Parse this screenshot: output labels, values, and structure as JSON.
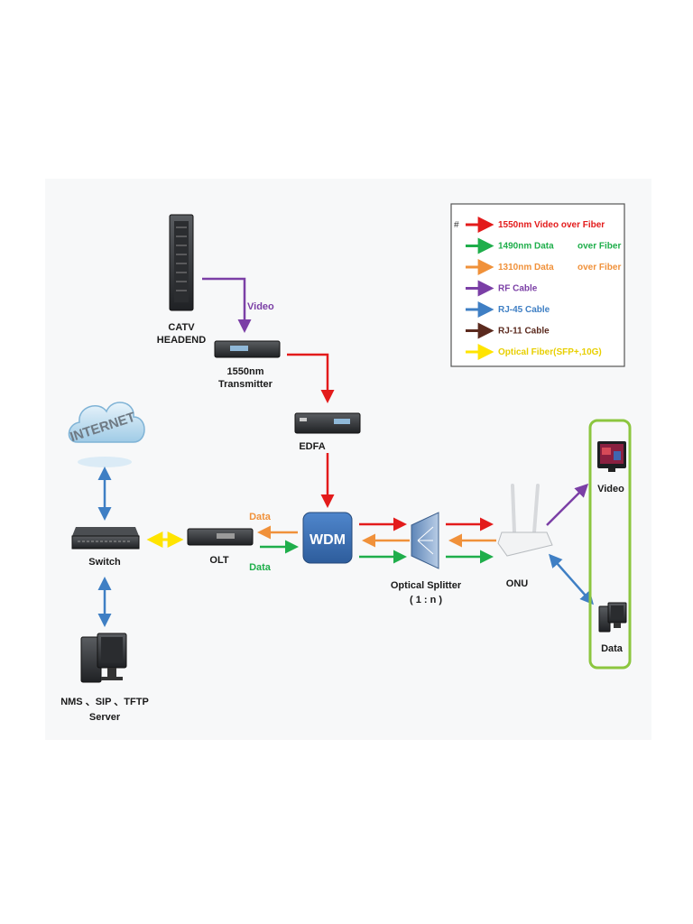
{
  "colors": {
    "video_1550": "#e31b1b",
    "data_1490": "#1fae4b",
    "data_1310": "#f0913a",
    "rf": "#7b3fa6",
    "rj45": "#3f7fc4",
    "rj11": "#5b2a1e",
    "optical_sfp": "#ffe400",
    "frame_green": "#8cc63f",
    "wdm_blue": "#3d72b8"
  },
  "legend": {
    "items": [
      {
        "label": "1550nm Video over Fiber",
        "color": "#e31b1b",
        "suffix": ""
      },
      {
        "label": "1490nm Data",
        "color": "#1fae4b",
        "suffix": "over Fiber"
      },
      {
        "label": "1310nm Data",
        "color": "#f0913a",
        "suffix": "over Fiber"
      },
      {
        "label": "RF Cable",
        "color": "#7b3fa6",
        "suffix": ""
      },
      {
        "label": "RJ-45 Cable",
        "color": "#3f7fc4",
        "suffix": ""
      },
      {
        "label": "RJ-11 Cable",
        "color": "#5b2a1e",
        "suffix": ""
      },
      {
        "label": "Optical Fiber(SFP+,10G)",
        "color": "#ffe400",
        "suffix": ""
      }
    ]
  },
  "nodes": {
    "catv": [
      "CATV",
      "HEADEND"
    ],
    "transmitter": [
      "1550nm",
      "Transmitter"
    ],
    "edfa": [
      "EDFA"
    ],
    "wdm": [
      "WDM"
    ],
    "splitter": [
      "Optical Splitter",
      "( 1 : n )"
    ],
    "onu": [
      "ONU"
    ],
    "olt": [
      "OLT"
    ],
    "switch": [
      "Switch"
    ],
    "internet": [
      "INTERNET"
    ],
    "server": [
      "NMS 、SIP 、TFTP",
      "Server"
    ],
    "video_tv": [
      "Video"
    ],
    "data_pc": [
      "Data"
    ]
  },
  "link_labels": {
    "video": "Video",
    "olt_data_top": "Data",
    "olt_data_bottom": "Data"
  }
}
